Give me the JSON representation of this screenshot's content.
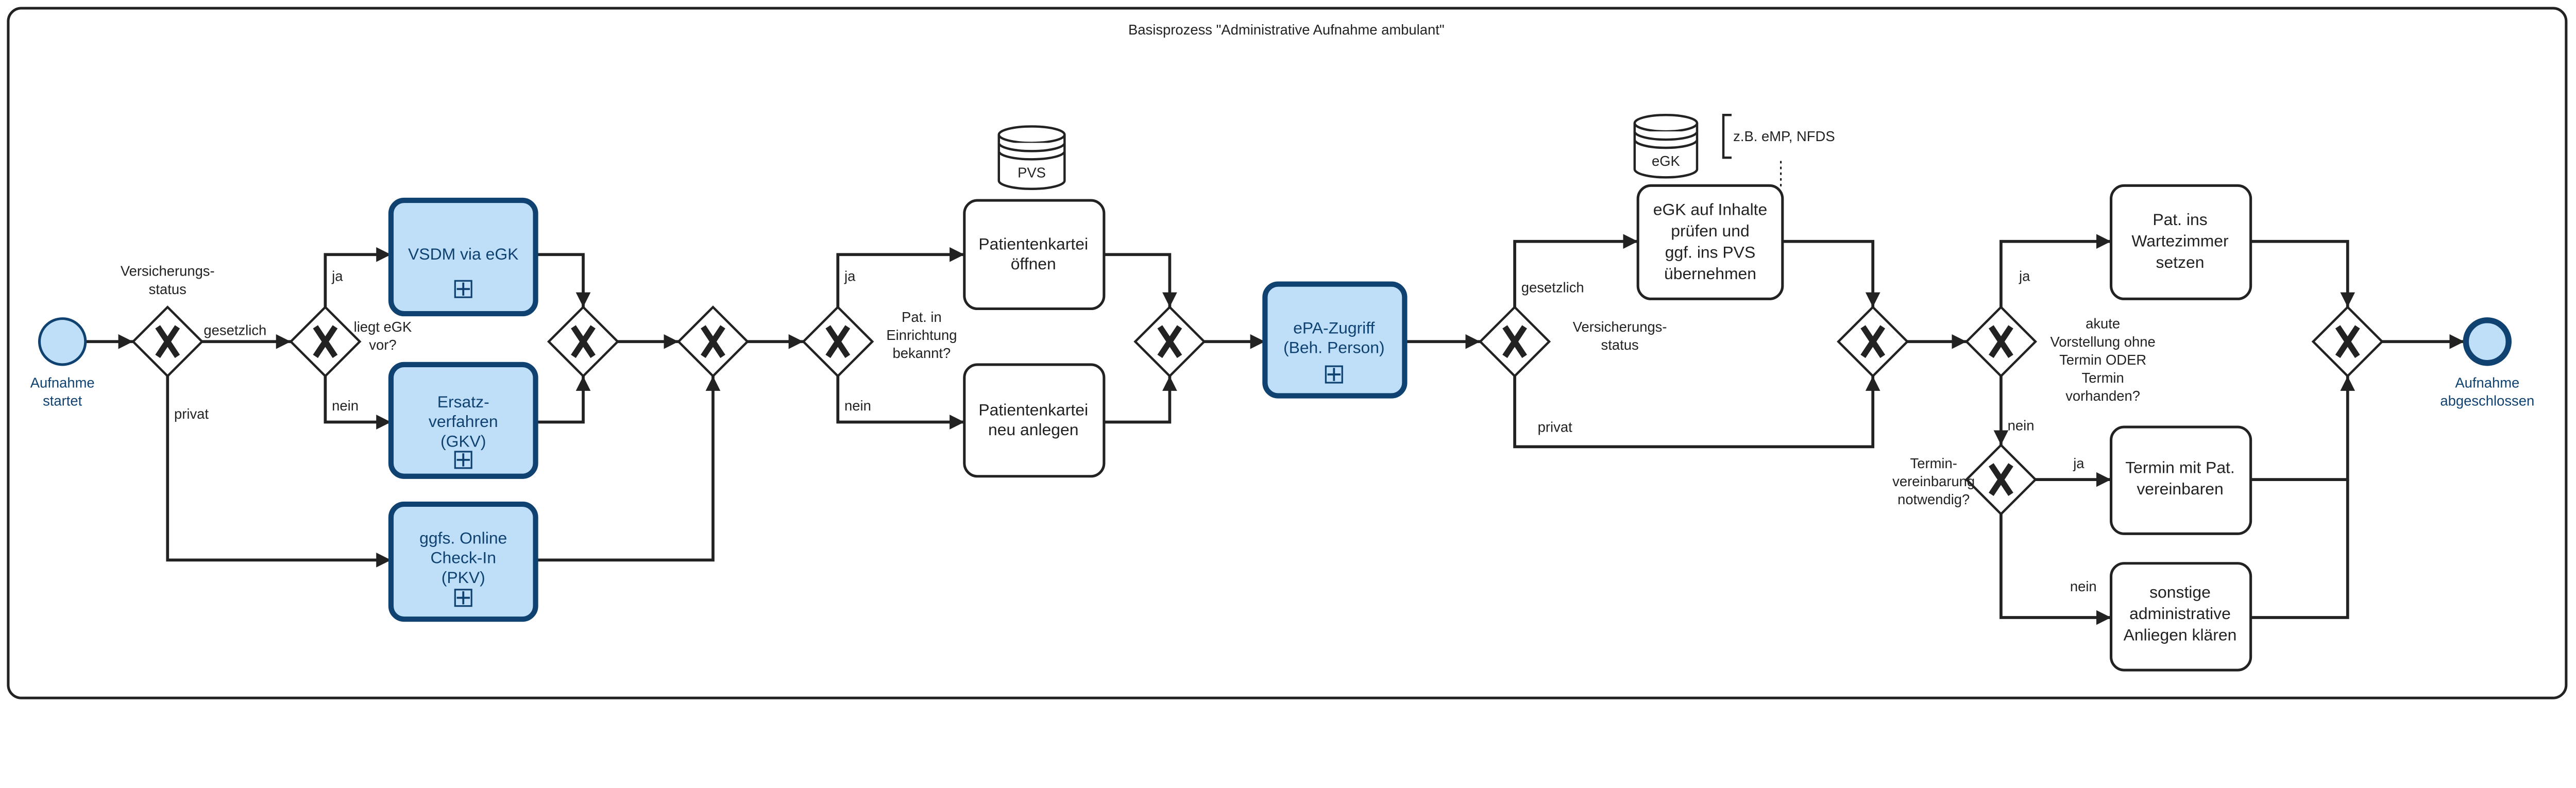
{
  "pool": {
    "title": "Basisprozess \"Administrative Aufnahme ambulant\""
  },
  "events": {
    "start": {
      "label_1": "Aufnahme",
      "label_2": "startet"
    },
    "end": {
      "label_1": "Aufnahme",
      "label_2": "abgeschlossen"
    }
  },
  "gateways": {
    "g1": {
      "label_1": "Versicherungs-",
      "label_2": "status",
      "yes": "gesetzlich",
      "no": "privat"
    },
    "g2": {
      "label_1": "liegt eGK",
      "label_2": "vor?",
      "yes": "ja",
      "no": "nein"
    },
    "g5": {
      "label_1": "Pat. in",
      "label_2": "Einrichtung",
      "label_3": "bekannt?",
      "yes": "ja",
      "no": "nein"
    },
    "g7": {
      "label_1": "Versicherungs-",
      "label_2": "status",
      "yes": "gesetzlich",
      "no": "privat"
    },
    "g9": {
      "label_1": "akute",
      "label_2": "Vorstellung ohne",
      "label_3": "Termin ODER",
      "label_4": "Termin",
      "label_5": "vorhanden?",
      "yes": "ja",
      "no": "nein"
    },
    "g10": {
      "label_1": "Termin-",
      "label_2": "vereinbarung",
      "label_3": "notwendig?",
      "yes": "ja",
      "no": "nein"
    }
  },
  "tasks": {
    "vsdm": {
      "line_1": "VSDM via eGK"
    },
    "ersatz": {
      "line_1": "Ersatz-",
      "line_2": "verfahren",
      "line_3": "(GKV)"
    },
    "checkin": {
      "line_1": "ggfs. Online",
      "line_2": "Check-In",
      "line_3": "(PKV)"
    },
    "kartei_open": {
      "line_1": "Patientenkartei",
      "line_2": "öffnen"
    },
    "kartei_new": {
      "line_1": "Patientenkartei",
      "line_2": "neu anlegen"
    },
    "epa": {
      "line_1": "ePA-Zugriff",
      "line_2": "(Beh. Person)"
    },
    "egk_check": {
      "line_1": "eGK auf Inhalte",
      "line_2": "prüfen und",
      "line_3": "ggf. ins PVS",
      "line_4": "übernehmen"
    },
    "wartezimmer": {
      "line_1": "Pat. ins",
      "line_2": "Wartezimmer",
      "line_3": "setzen"
    },
    "termin": {
      "line_1": "Termin mit Pat.",
      "line_2": "vereinbaren"
    },
    "sonstige": {
      "line_1": "sonstige",
      "line_2": "administrative",
      "line_3": "Anliegen klären"
    }
  },
  "data_stores": {
    "pvs": "PVS",
    "egk": "eGK"
  },
  "annotation": {
    "text": "z.B. eMP, NFDS"
  },
  "colors": {
    "subprocess_fill": "#bfdff9",
    "subprocess_border": "#0f4270",
    "event_label": "#0f4270",
    "line": "#222222"
  }
}
